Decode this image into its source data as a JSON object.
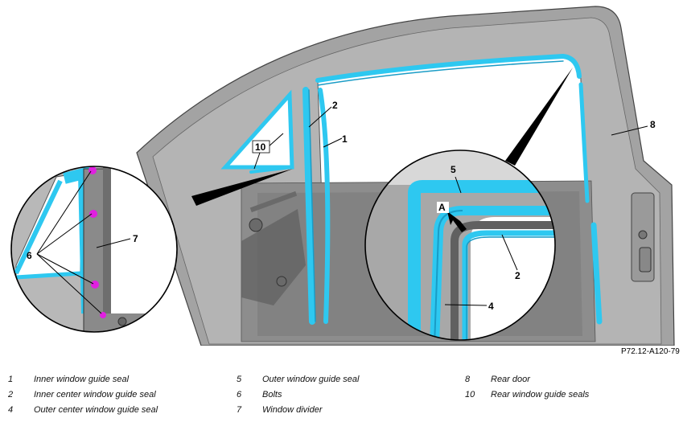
{
  "figure": {
    "callouts": {
      "c1": "1",
      "c2": "2",
      "c2_detail": "2",
      "c4": "4",
      "c5": "5",
      "c6": "6",
      "c7": "7",
      "c8": "8",
      "c10": "10",
      "detail_view": "A"
    },
    "reference_code": "P72.12-A120-79",
    "colors": {
      "seal": "#2ec8f0",
      "door_panel": "#9a9a9a",
      "door_dark": "#5e5e5e",
      "bolt": "#e020e0",
      "background": "#ffffff"
    }
  },
  "legend": {
    "items": [
      {
        "num": "1",
        "label": "Inner window guide seal"
      },
      {
        "num": "2",
        "label": "Inner center window guide seal"
      },
      {
        "num": "4",
        "label": "Outer center window guide seal"
      },
      {
        "num": "5",
        "label": "Outer window guide seal"
      },
      {
        "num": "6",
        "label": "Bolts"
      },
      {
        "num": "7",
        "label": "Window divider"
      },
      {
        "num": "8",
        "label": "Rear door"
      },
      {
        "num": "10",
        "label": "Rear window guide seals"
      }
    ]
  }
}
